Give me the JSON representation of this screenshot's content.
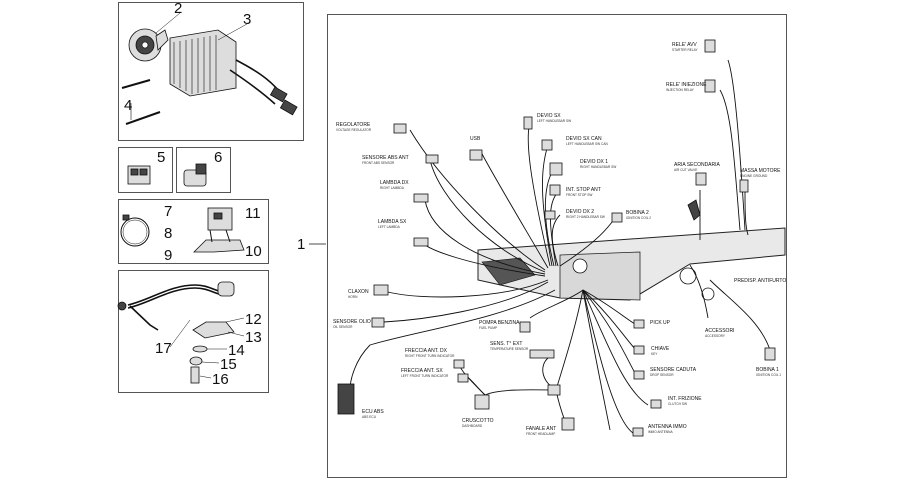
{
  "callouts": {
    "n1": "1",
    "n2": "2",
    "n3": "3",
    "n4": "4",
    "n5": "5",
    "n6": "6",
    "n7": "7",
    "n8": "8",
    "n9": "9",
    "n10": "10",
    "n11": "11",
    "n12": "12",
    "n13": "13",
    "n14": "14",
    "n15": "15",
    "n16": "16",
    "n17": "17"
  },
  "labels": {
    "regolatore": "REGOLATORE",
    "regolatore_sub": "VOLTAGE REGULATOR",
    "sensore_abs_ant": "SENSORE ABS ANT",
    "sensore_abs_ant_sub": "FRONT ABS SENSOR",
    "lambda_dx": "LAMBDA DX",
    "lambda_dx_sub": "RIGHT LAMBDA",
    "lambda_sx": "LAMBDA SX",
    "lambda_sx_sub": "LEFT LAMBDA",
    "usb": "USB",
    "devio_sx": "DEVIO SX",
    "devio_sx_sub": "LEFT HANDLEBAR SW",
    "devio_sx_can": "DEVIO SX CAN",
    "devio_sx_can_sub": "LEFT HANDLEBAR SW CAN",
    "devio_dx_1": "DEVIO DX 1",
    "devio_dx_1_sub": "RIGHT HANDLEBAR SW",
    "int_stop_ant": "INT. STOP ANT",
    "int_stop_ant_sub": "FRONT STOP SW",
    "devio_dx_2": "DEVIO DX 2",
    "devio_dx_2_sub": "RIGHT 2 HANDLEBAR SW",
    "bobina_2": "BOBINA 2",
    "bobina_2_sub": "IGNITION COIL 2",
    "aria_secondaria": "ARIA SECONDARIA",
    "aria_secondaria_sub": "AIR CUT VALVE",
    "massa_motore": "MASSA MOTORE",
    "massa_motore_sub": "ENGINE GROUND",
    "rele_avv": "RELE' AVV",
    "rele_avv_sub": "STARTER RELAY",
    "rele_iniezione": "RELE' INIEZIONE",
    "rele_iniezione_sub": "INJECTION RELAY",
    "clacson": "CLAXON",
    "clacson_sub": "HORN",
    "sensore_olio": "SENSORE OLIO",
    "sensore_olio_sub": "OIL SENSOR",
    "pompa_benzina": "POMPA BENZINA",
    "pompa_benzina_sub": "FUEL PUMP",
    "sens_temp": "SENS. T° EXT",
    "sens_temp_sub": "TEMPERATURE SENSOR",
    "freccia_dx": "FRECCIA ANT. DX",
    "freccia_dx_sub": "RIGHT FRONT TURN INDICATOR",
    "freccia_sx": "FRECCIA ANT. SX",
    "freccia_sx_sub": "LEFT FRONT TURN INDICATOR",
    "ecu_abs": "ECU ABS",
    "ecu_abs_sub": "ABS ECU",
    "cruscotto": "CRUSCOTTO",
    "cruscotto_sub": "DASHBOARD",
    "fanale_ant": "FANALE ANT",
    "fanale_ant_sub": "FRONT HEADLAMP",
    "pick_up": "PICK UP",
    "chiave": "CHIAVE",
    "chiave_sub": "KEY",
    "sensore_caduta": "SENSORE CADUTA",
    "sensore_caduta_sub": "DROP SENSOR",
    "int_frizione": "INT. FRIZIONE",
    "int_frizione_sub": "CLUTCH SW",
    "antenna_immo": "ANTENNA IMMO",
    "antenna_immo_sub": "IMMO ANTENNA",
    "bobina_1": "BOBINA 1",
    "bobina_1_sub": "IGNITION COIL 1",
    "predisp_antifurto": "PREDISP. ANTIFURTO",
    "accessori": "ACCESSORI",
    "accessori_sub": "ACCESSORY"
  }
}
